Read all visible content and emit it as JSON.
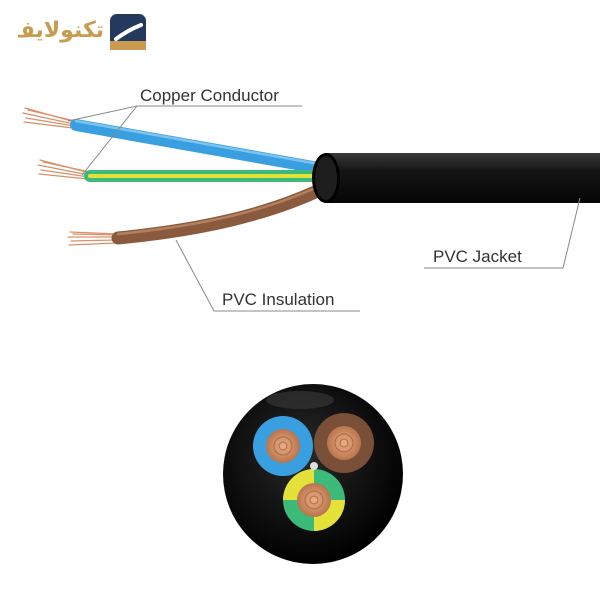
{
  "logo": {
    "text": "تکنولایف",
    "text_color": "#c89b4e",
    "mark_color": "#23395d",
    "mark_icon": "technolife-logo-mark-icon"
  },
  "labels": {
    "copper_conductor": "Copper Conductor",
    "pvc_jacket": "PVC Jacket",
    "pvc_insulation": "PVC Insulation"
  },
  "colors": {
    "jacket": "#151515",
    "blue_wire": "#3a9fe0",
    "green_yellow_wire": "#3cba7a",
    "yellow_stripe": "#e4e23a",
    "brown_wire": "#8a5a3e",
    "copper": "#d9906a",
    "leader_line": "#888888"
  }
}
